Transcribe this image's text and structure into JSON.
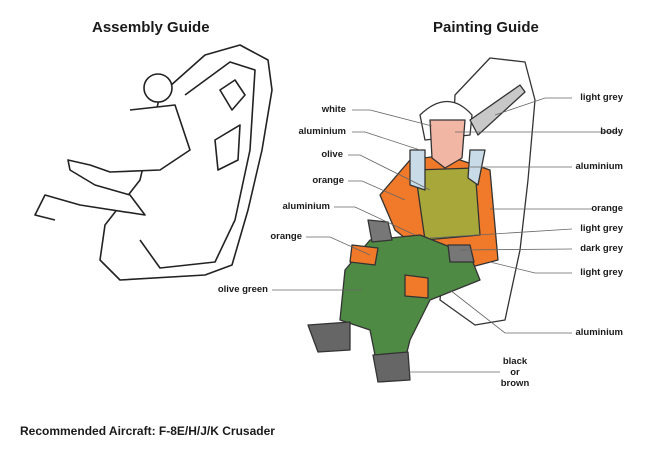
{
  "titles": {
    "assembly": "Assembly Guide",
    "painting": "Painting Guide"
  },
  "labels_left": [
    "white",
    "aluminium",
    "olive",
    "orange",
    "aluminium",
    "orange",
    "olive green"
  ],
  "labels_right": [
    "light grey",
    "body",
    "aluminium",
    "orange",
    "light grey",
    "dark grey",
    "light grey",
    "aluminium"
  ],
  "label_bottom": [
    "black",
    "or",
    "brown"
  ],
  "footer": "Recommended Aircraft: F-8E/H/J/K Crusader",
  "colors": {
    "orange": "#f07a2a",
    "olive": "#a8a83a",
    "olive_green": "#4f8a44",
    "aluminium": "#c9dbe6",
    "light_grey": "#c8c8c8",
    "dark_grey": "#777777",
    "body": "#f2b7a4",
    "boot": "#666666"
  }
}
